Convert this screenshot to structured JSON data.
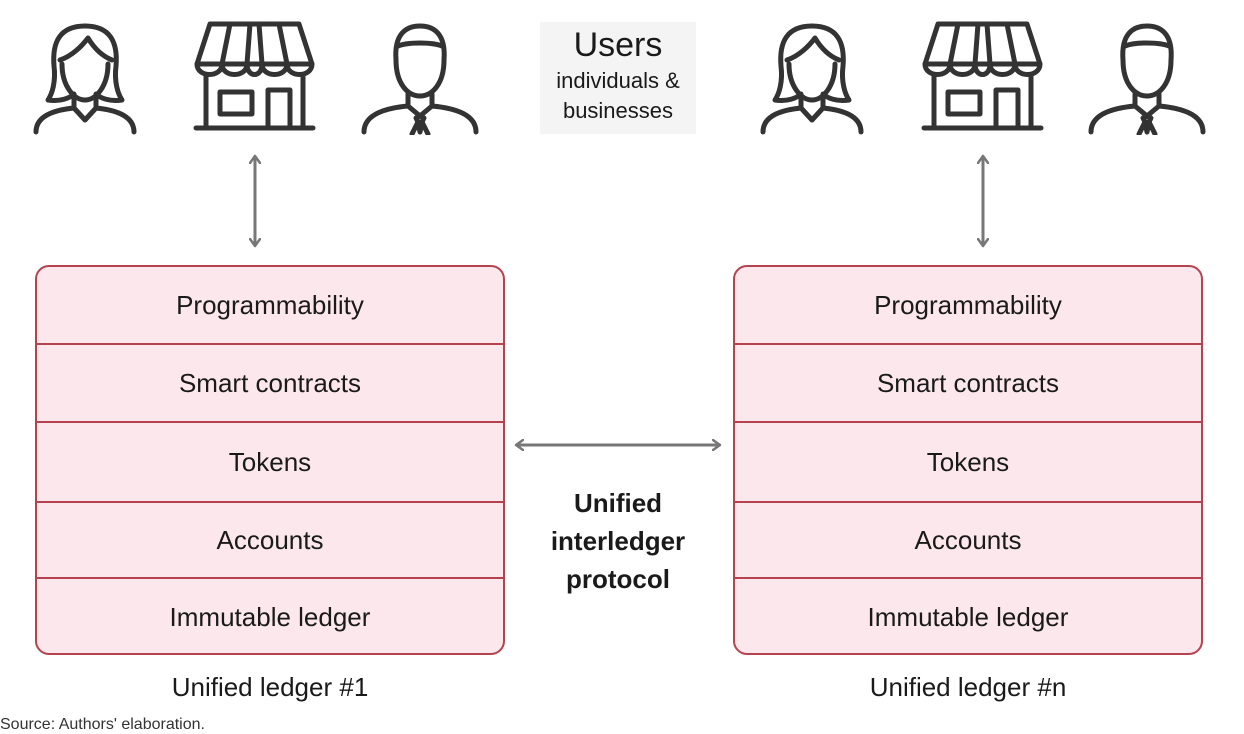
{
  "users": {
    "title": "Users",
    "subtitle_line1": "individuals &",
    "subtitle_line2": "businesses"
  },
  "user_icons": [
    "woman-icon",
    "shop-icon",
    "businessman-icon"
  ],
  "ledgers": [
    {
      "caption": "Unified ledger #1",
      "layers": [
        "Programmability",
        "Smart contracts",
        "Tokens",
        "Accounts",
        "Immutable ledger"
      ]
    },
    {
      "caption": "Unified ledger #n",
      "layers": [
        "Programmability",
        "Smart contracts",
        "Tokens",
        "Accounts",
        "Immutable ledger"
      ]
    }
  ],
  "protocol": {
    "line1": "Unified",
    "line2": "interledger",
    "line3": "protocol"
  },
  "source": "Source: Authors' elaboration.",
  "colors": {
    "ledger_fill": "#fce8ec",
    "ledger_border": "#b5434f",
    "arrow": "#777777",
    "icon_stroke": "#333333"
  }
}
